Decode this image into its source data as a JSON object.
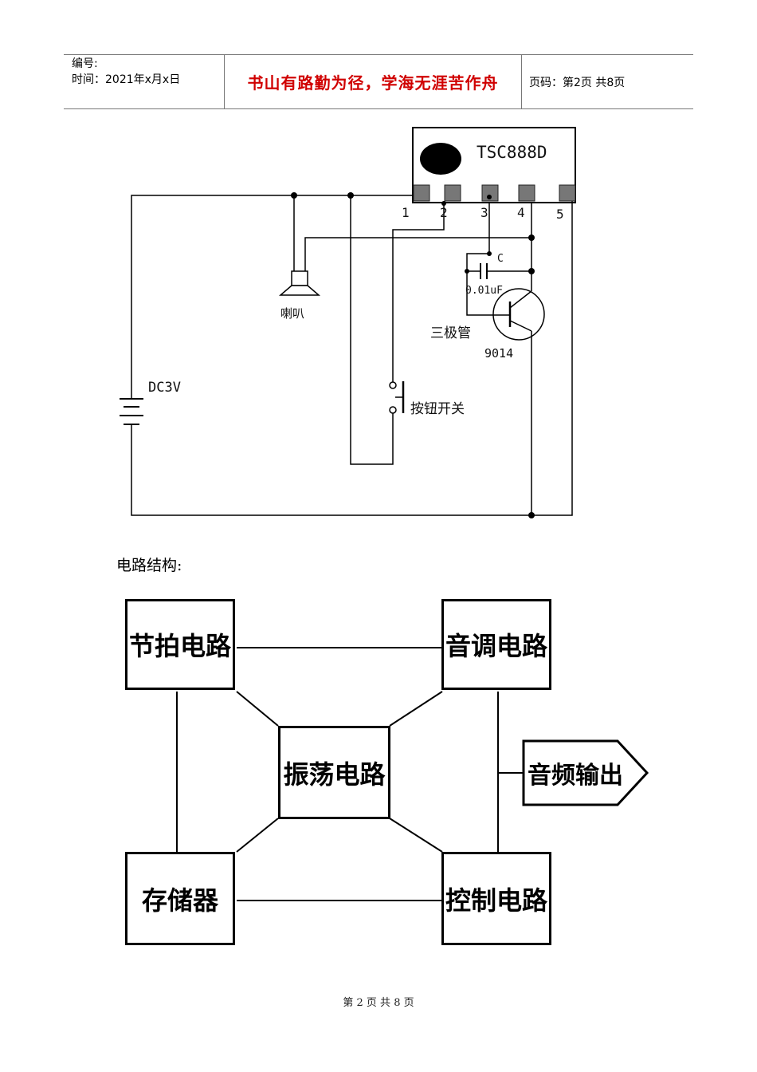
{
  "header": {
    "number_label": "编号:",
    "time_label": "时间：2021年x月x日",
    "motto": "书山有路勤为径，学海无涯苦作舟",
    "page_info": "页码：第2页 共8页"
  },
  "circuit": {
    "chip_label": "TSC888D",
    "pins": [
      "1",
      "2",
      "3",
      "4",
      "5"
    ],
    "capacitor_name": "C",
    "capacitor_value": "0.01uF",
    "speaker_label": "喇叭",
    "transistor_label": "三极管",
    "transistor_model": "9014",
    "power_label": "DC3V",
    "switch_label": "按钮开关"
  },
  "section_label": "电路结构:",
  "blocks": {
    "beat": "节拍电路",
    "tone": "音调电路",
    "osc": "振荡电路",
    "output": "音频输出",
    "memory": "存储器",
    "control": "控制电路"
  },
  "footer": "第 2 页 共 8 页"
}
